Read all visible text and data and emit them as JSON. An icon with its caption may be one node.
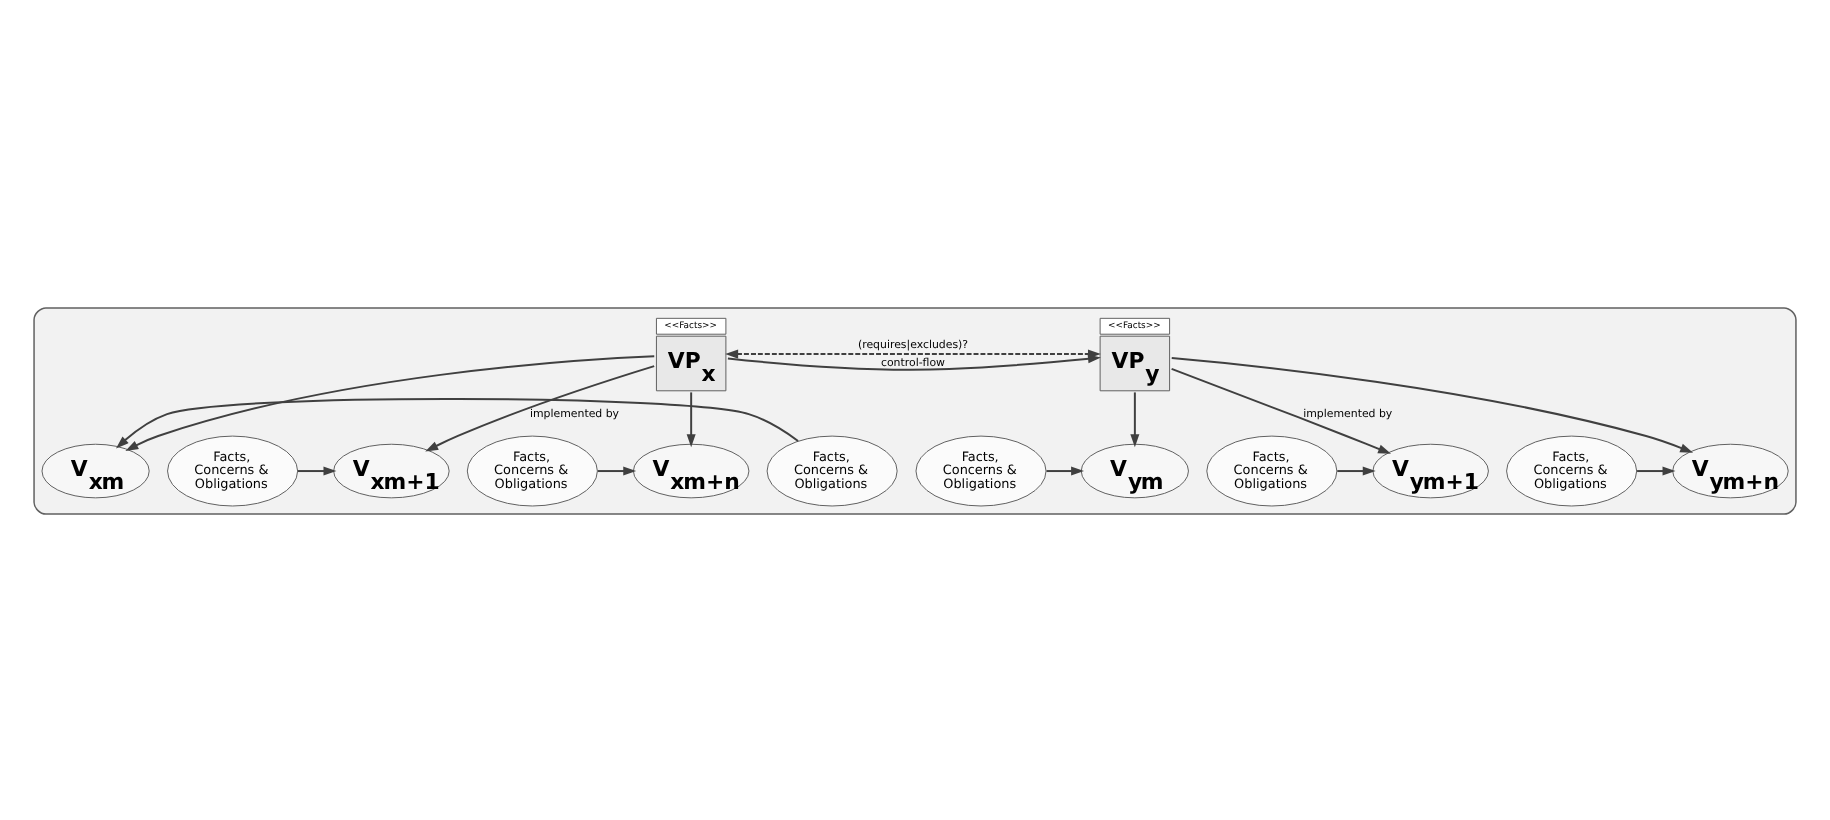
{
  "diagram": {
    "nodes": [
      {
        "text": [],
        "shape": "box"
      },
      {
        "text": [
          "<<Facts>>",
          "VP$_{x}$"
        ],
        "in": 0
      },
      {
        "text": [
          "<<Facts>>",
          "VP$_{y}$"
        ],
        "in": 0
      },
      {
        "text": [
          "V$_{x}$$_{m}$"
        ],
        "in": 0
      },
      {
        "text": [
          "V$_{x}$$_{m+1}$"
        ],
        "in": 0
      },
      {
        "text": [
          "V$_{x}$$_{m+n}$"
        ],
        "in": 0
      },
      {
        "text": [
          "V$_{y}$$_{m}$"
        ],
        "in": 0
      },
      {
        "text": [
          "V$_{y}$$_{m+1}$"
        ],
        "in": 0
      },
      {
        "text": [
          "V$_{y}$$_{m+n}$"
        ],
        "in": 0
      },
      {
        "text": [
          "Facts, Concerns & Obligations"
        ],
        "in": 0
      },
      {
        "text": [
          "Facts, Concerns & Obligations"
        ],
        "in": 0
      },
      {
        "text": [
          "Facts, Concerns & Obligations"
        ],
        "in": 0
      },
      {
        "text": [
          "Facts, Concerns & Obligations"
        ],
        "in": 0
      },
      {
        "text": [
          "Facts, Concerns & Obligations"
        ],
        "in": 0
      },
      {
        "text": [
          "Facts, Concerns & Obligations"
        ],
        "in": 0
      }
    ],
    "edges": [
      {
        "from": 1,
        "to": 2,
        "arrow": "both",
        "style": "dashed",
        "label": "(requires|excludes)?"
      },
      {
        "from": 1,
        "to": 2,
        "arrow": "to",
        "label": "control-flow"
      },
      {
        "from": 1,
        "to": 3,
        "arrow": "to"
      },
      {
        "from": 1,
        "to": 4,
        "arrow": "to",
        "label": "implemented by"
      },
      {
        "from": 1,
        "to": 5,
        "arrow": "to"
      },
      {
        "from": 2,
        "to": 6,
        "arrow": "to"
      },
      {
        "from": 2,
        "to": 7,
        "arrow": "to",
        "label": "implemented by"
      },
      {
        "from": 2,
        "to": 8,
        "arrow": "to"
      },
      {
        "from": 9,
        "to": 3,
        "arrow": "to"
      },
      {
        "from": 10,
        "to": 4,
        "arrow": "to"
      },
      {
        "from": 11,
        "to": 5,
        "arrow": "to"
      },
      {
        "from": 12,
        "to": 6,
        "arrow": "to"
      },
      {
        "from": 13,
        "to": 7,
        "arrow": "to"
      },
      {
        "from": 14,
        "to": 8,
        "arrow": "to"
      }
    ]
  }
}
